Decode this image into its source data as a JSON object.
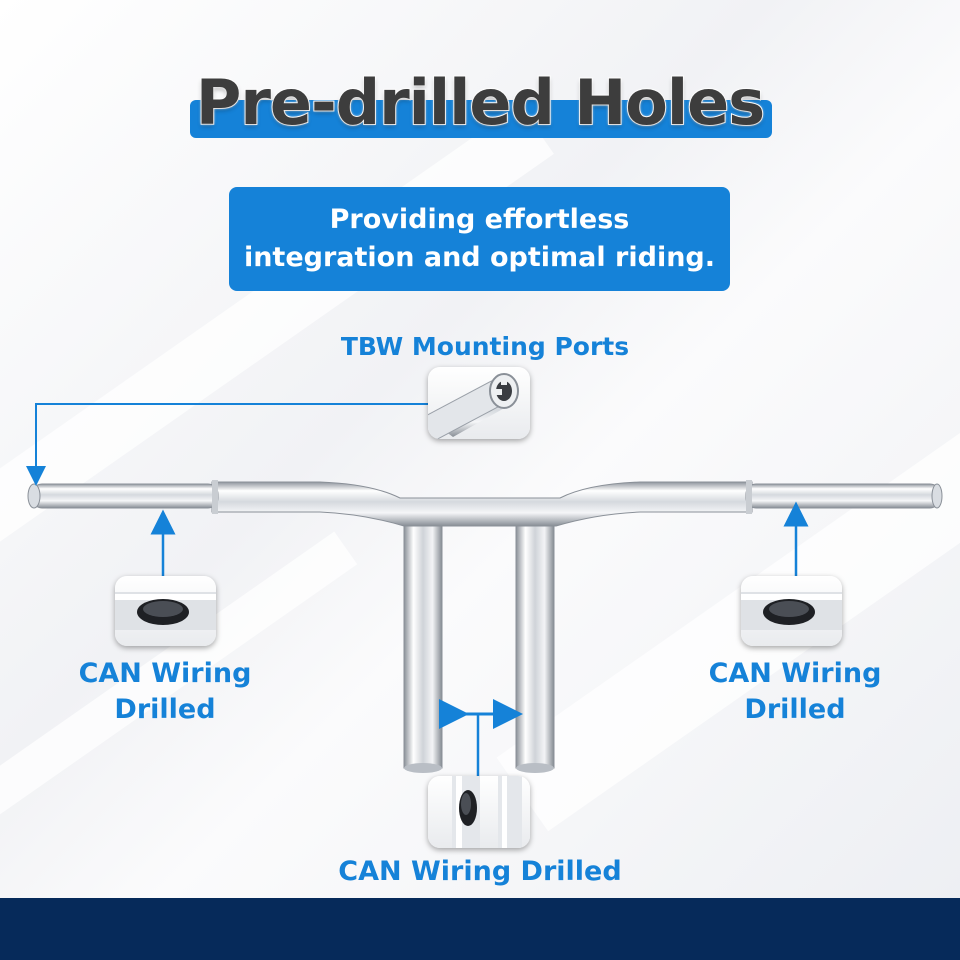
{
  "header": {
    "title": "Pre-drilled Holes",
    "subtitle_line1": "Providing effortless",
    "subtitle_line2": "integration and optimal riding."
  },
  "callouts": {
    "tbw": "TBW Mounting Ports",
    "can_left_line1": "CAN Wiring",
    "can_left_line2": "Drilled",
    "can_right_line1": "CAN Wiring",
    "can_right_line2": "Drilled",
    "can_bottom": "CAN Wiring Drilled"
  },
  "colors": {
    "accent_blue": "#1582d8",
    "title_text": "#3d3d3d",
    "footer_navy": "#062a5a",
    "chrome_light": "#f7f8fa",
    "chrome_dark": "#9aa0a8"
  },
  "icons": [
    "arrow-down-icon",
    "arrow-up-icon",
    "double-arrow-icon"
  ]
}
